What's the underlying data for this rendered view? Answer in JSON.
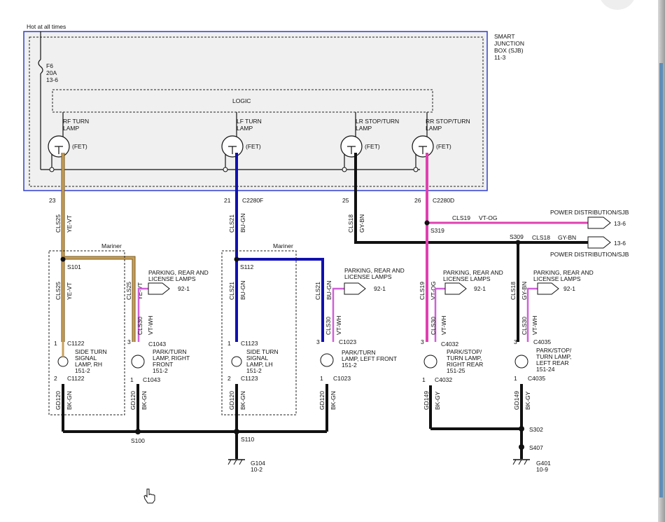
{
  "header": {
    "hot_label": "Hot at all times"
  },
  "sjb": {
    "l1": "SMART",
    "l2": "JUNCTION",
    "l3": "BOX (SJB)",
    "l4": "11-3"
  },
  "fuse": {
    "name": "F6",
    "rating": "20A",
    "ref": "13-6"
  },
  "logic_label": "LOGIC",
  "drivers": {
    "rf": {
      "l1": "RF TURN",
      "l2": "LAMP",
      "fet": "(FET)",
      "pin": "23"
    },
    "lf": {
      "l1": "LF TURN",
      "l2": "LAMP",
      "fet": "(FET)",
      "pin": "21",
      "conn": "C2280F"
    },
    "lr": {
      "l1": "LR STOP/TURN",
      "l2": "LAMP",
      "fet": "(FET)",
      "pin": "25"
    },
    "rr": {
      "l1": "RR STOP/TURN",
      "l2": "LAMP",
      "fet": "(FET)",
      "pin": "26",
      "conn": "C2280D"
    }
  },
  "wires": {
    "cls25": "CLS25",
    "ye_vt": "YE-VT",
    "cls21": "CLS21",
    "bu_gn": "BU-GN",
    "cls18": "CLS18",
    "gy_bn": "GY-BN",
    "cls19": "CLS19",
    "vt_og": "VT-OG",
    "cls30": "CLS30",
    "vt_wh": "VT-WH",
    "gd120": "GD120",
    "bk_gn": "BK-GN",
    "gd149": "GD149",
    "bk_gy": "BK-GY"
  },
  "power_dist": {
    "label": "POWER DISTRIBUTION/SJB",
    "ref": "13-6"
  },
  "splices": {
    "s319": "S319",
    "s309": "S309",
    "s101": "S101",
    "s112": "S112",
    "s100": "S100",
    "s110": "S110",
    "s302": "S302",
    "s407": "S407"
  },
  "mariner": "Mariner",
  "park_label": {
    "l1": "PARKING, REAR AND",
    "l2": "LICENSE LAMPS",
    "ref": "92-1"
  },
  "connectors": {
    "c1122": "C1122",
    "c1043": "C1043",
    "c1123": "C1123",
    "c1023": "C1023",
    "c4032": "C4032",
    "c4035": "C4035"
  },
  "pins": {
    "p1": "1",
    "p2": "2",
    "p3": "3"
  },
  "lamps": {
    "side_rh": {
      "l1": "SIDE TURN",
      "l2": "SIGNAL",
      "l3": "LAMP, RH",
      "l4": "151-2"
    },
    "park_rf": {
      "l1": "PARK/TURN",
      "l2": "LAMP, RIGHT",
      "l3": "FRONT",
      "l4": "151-2"
    },
    "side_lh": {
      "l1": "SIDE TURN",
      "l2": "SIGNAL",
      "l3": "LAMP, LH",
      "l4": "151-2"
    },
    "park_lf": {
      "l1": "PARK/TURN",
      "l2": "LAMP, LEFT FRONT",
      "l3": "151-2"
    },
    "rr_lamp": {
      "l1": "PARK/STOP/",
      "l2": "TURN LAMP,",
      "l3": "RIGHT REAR",
      "l4": "151-25"
    },
    "lr_lamp": {
      "l1": "PARK/STOP/",
      "l2": "TURN LAMP,",
      "l3": "LEFT REAR",
      "l4": "151-24"
    }
  },
  "grounds": {
    "g104": {
      "name": "G104",
      "ref": "10-2"
    },
    "g401": {
      "name": "G401",
      "ref": "10-9"
    }
  },
  "colors": {
    "ye_vt": "#c8a05a",
    "bu_gn": "#1010b0",
    "vt_og": "#e040b0",
    "vt_wh": "#d060d8",
    "black": "#111111",
    "sjb_border": "#2f3fd0"
  }
}
